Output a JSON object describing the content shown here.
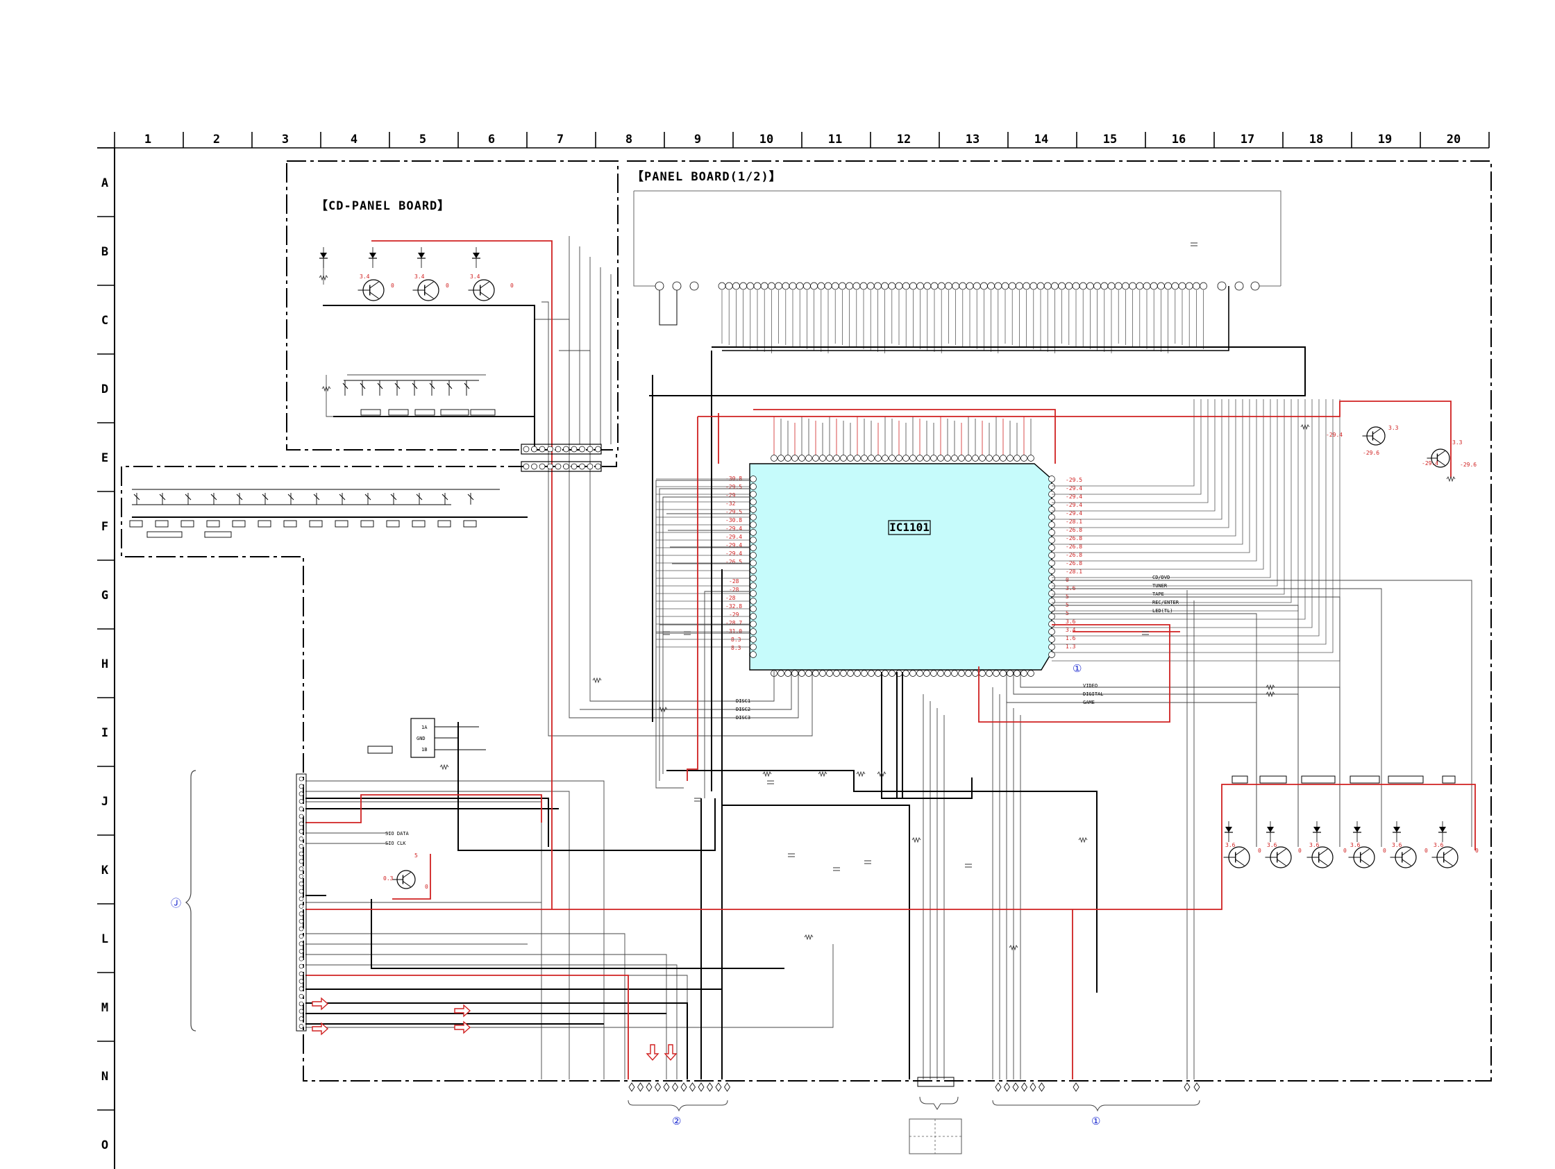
{
  "grid": {
    "columns": [
      "1",
      "2",
      "3",
      "4",
      "5",
      "6",
      "7",
      "8",
      "9",
      "10",
      "11",
      "12",
      "13",
      "14",
      "15",
      "16",
      "17",
      "18",
      "19",
      "20"
    ],
    "rows": [
      "A",
      "B",
      "C",
      "D",
      "E",
      "F",
      "G",
      "H",
      "I",
      "J",
      "K",
      "L",
      "M",
      "N",
      "O"
    ]
  },
  "boards": {
    "cd_panel": "【CD-PANEL BOARD】",
    "panel": "【PANEL BOARD(1/2)】"
  },
  "ic": {
    "label": "IC1101",
    "fill": "#c6fbfb"
  },
  "colors": {
    "red_trace": "#d02020",
    "black_trace": "#000000",
    "annotation_blue": "#1b2ad0"
  },
  "signals": {
    "right": [
      "CD/DVD",
      "TUNER",
      "TAPE",
      "REC/ENTER",
      "LED(TL)"
    ],
    "bottom_mid": [
      "DISC1",
      "DISC2",
      "DISC3"
    ],
    "bottom_right": [
      "VIDEO",
      "DIGITAL",
      "GAME"
    ],
    "left_conn": [
      "SIO DATA",
      "SIO CLK"
    ],
    "connector_io": [
      "1A",
      "GND",
      "1B"
    ]
  },
  "transistor_volts": {
    "cd": [
      "3.4",
      "0",
      "3.4",
      "0",
      "3.4",
      "0"
    ],
    "top_right": [
      "-29.4",
      "-29.6",
      "3.3",
      "-29.4",
      "-29.6",
      "3.3"
    ],
    "mid_left": [
      "5",
      "0.3",
      "0"
    ],
    "bottom_right": [
      "3.6",
      "0",
      "3.6",
      "0",
      "3.6",
      "0",
      "3.6",
      "0",
      "3.6",
      "0",
      "3.6",
      "0"
    ]
  },
  "pin_volts": {
    "left": [
      "-30.8",
      "-29.5",
      "-29",
      "-32",
      "-29.5",
      "-30.8",
      "-29.4",
      "-29.4",
      "-29.4",
      "-29.4",
      "-26.5",
      "-28",
      "-28",
      "-28",
      "-32.8",
      "-29",
      "-28.7",
      "-31.0",
      "8.3",
      "8.3"
    ],
    "right": [
      "-29.5",
      "-29.4",
      "-29.4",
      "-29.4",
      "-29.4",
      "-28.1",
      "-26.8",
      "-26.8",
      "-26.8",
      "-26.8",
      "-26.8",
      "-28.1",
      "0",
      "3.6",
      "5",
      "5",
      "5",
      "3.6",
      "3.4",
      "1.6",
      "1.3"
    ]
  },
  "annotations": {
    "circle1": "①",
    "circle2": "②",
    "circleJ": "Ⓙ"
  }
}
